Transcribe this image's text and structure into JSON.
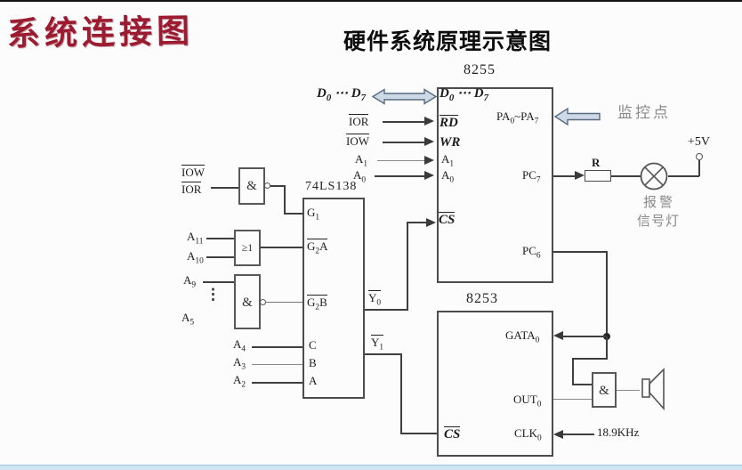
{
  "titles": {
    "corner": "系统连接图",
    "main": "硬件系统原理示意图"
  },
  "colors": {
    "accent_red": "#9b1c31",
    "wire": "#3f3f3f",
    "gray_text": "#8a8a8a",
    "arrow_fill": "#cdd9e6",
    "arrow_stroke": "#5a6b80",
    "bottom_bar": "#cfe4f2"
  },
  "chips": {
    "ls138": "74LS138",
    "pio": "8255",
    "timer": "8253"
  },
  "gates": {
    "and_symbol": "&",
    "or_symbol": "≥1"
  },
  "annotations": {
    "monitor_point": "监控点",
    "alarm_line1": "报警",
    "alarm_line2": "信号灯",
    "supply": "+5V",
    "resistor": "R",
    "clock_freq": "18.9KHz",
    "dots_vertical": "⋮"
  },
  "labels": {
    "iow_tl": {
      "segs": [
        [
          "IOW",
          0
        ]
      ]
    },
    "ior_tl": {
      "segs": [
        [
          "IOR",
          0
        ]
      ]
    },
    "a11": {
      "segs": [
        [
          "A",
          0
        ],
        [
          "11",
          1
        ]
      ]
    },
    "a10": {
      "segs": [
        [
          "A",
          0
        ],
        [
          "10",
          1
        ]
      ]
    },
    "a9": {
      "segs": [
        [
          "A",
          0
        ],
        [
          "9",
          1
        ]
      ]
    },
    "a5": {
      "segs": [
        [
          "A",
          0
        ],
        [
          "5",
          1
        ]
      ]
    },
    "a4": {
      "segs": [
        [
          "A",
          0
        ],
        [
          "4",
          1
        ]
      ]
    },
    "a3": {
      "segs": [
        [
          "A",
          0
        ],
        [
          "3",
          1
        ]
      ]
    },
    "a2": {
      "segs": [
        [
          "A",
          0
        ],
        [
          "2",
          1
        ]
      ]
    },
    "g1": {
      "segs": [
        [
          "G",
          0
        ],
        [
          "1",
          1
        ]
      ]
    },
    "g2a": {
      "segs": [
        [
          "G",
          0
        ],
        [
          "2",
          1
        ],
        [
          "A",
          0
        ]
      ]
    },
    "g2b": {
      "segs": [
        [
          "G",
          0
        ],
        [
          "2",
          1
        ],
        [
          "B",
          0
        ]
      ]
    },
    "pin_c": {
      "segs": [
        [
          "C",
          0
        ]
      ]
    },
    "pin_b": {
      "segs": [
        [
          "B",
          0
        ]
      ]
    },
    "pin_a": {
      "segs": [
        [
          "A",
          0
        ]
      ]
    },
    "y0": {
      "segs": [
        [
          "Y",
          0
        ],
        [
          "0",
          1
        ]
      ]
    },
    "y1": {
      "segs": [
        [
          "Y",
          0
        ],
        [
          "1",
          1
        ]
      ]
    },
    "dbus_ext": {
      "segs": [
        [
          "D",
          0
        ],
        [
          "0",
          1
        ],
        [
          " ⋯ ",
          0
        ],
        [
          "D",
          0
        ],
        [
          "7",
          1
        ]
      ]
    },
    "dbus_int": {
      "segs": [
        [
          "D",
          0
        ],
        [
          "0",
          1
        ],
        [
          " ⋯ ",
          0
        ],
        [
          "D",
          0
        ],
        [
          "7",
          1
        ]
      ]
    },
    "ior_ext": {
      "segs": [
        [
          "IOR",
          0
        ]
      ]
    },
    "iow_ext": {
      "segs": [
        [
          "IOW",
          0
        ]
      ]
    },
    "a1_ext": {
      "segs": [
        [
          "A",
          0
        ],
        [
          "1",
          1
        ]
      ]
    },
    "a0_ext": {
      "segs": [
        [
          "A",
          0
        ],
        [
          "0",
          1
        ]
      ]
    },
    "rd": {
      "segs": [
        [
          "RD",
          0
        ]
      ]
    },
    "wr": {
      "segs": [
        [
          "WR",
          0
        ]
      ]
    },
    "a1_int": {
      "segs": [
        [
          "A",
          0
        ],
        [
          "1",
          1
        ]
      ]
    },
    "a0_int": {
      "segs": [
        [
          "A",
          0
        ],
        [
          "0",
          1
        ]
      ]
    },
    "cs_pio": {
      "segs": [
        [
          "CS",
          0
        ]
      ]
    },
    "pa": {
      "segs": [
        [
          "PA",
          0
        ],
        [
          "0",
          1
        ],
        [
          "~",
          0
        ],
        [
          "PA",
          0
        ],
        [
          "7",
          1
        ]
      ]
    },
    "pc7": {
      "segs": [
        [
          "PC",
          0
        ],
        [
          "7",
          1
        ]
      ]
    },
    "pc6": {
      "segs": [
        [
          "PC",
          0
        ],
        [
          "6",
          1
        ]
      ]
    },
    "gata0": {
      "segs": [
        [
          "GATA",
          0
        ],
        [
          "0",
          1
        ]
      ]
    },
    "out0": {
      "segs": [
        [
          "OUT",
          0
        ],
        [
          "0",
          1
        ]
      ]
    },
    "clk0": {
      "segs": [
        [
          "CLK",
          0
        ],
        [
          "0",
          1
        ]
      ]
    },
    "cs_timer": {
      "segs": [
        [
          "CS",
          0
        ]
      ]
    }
  }
}
